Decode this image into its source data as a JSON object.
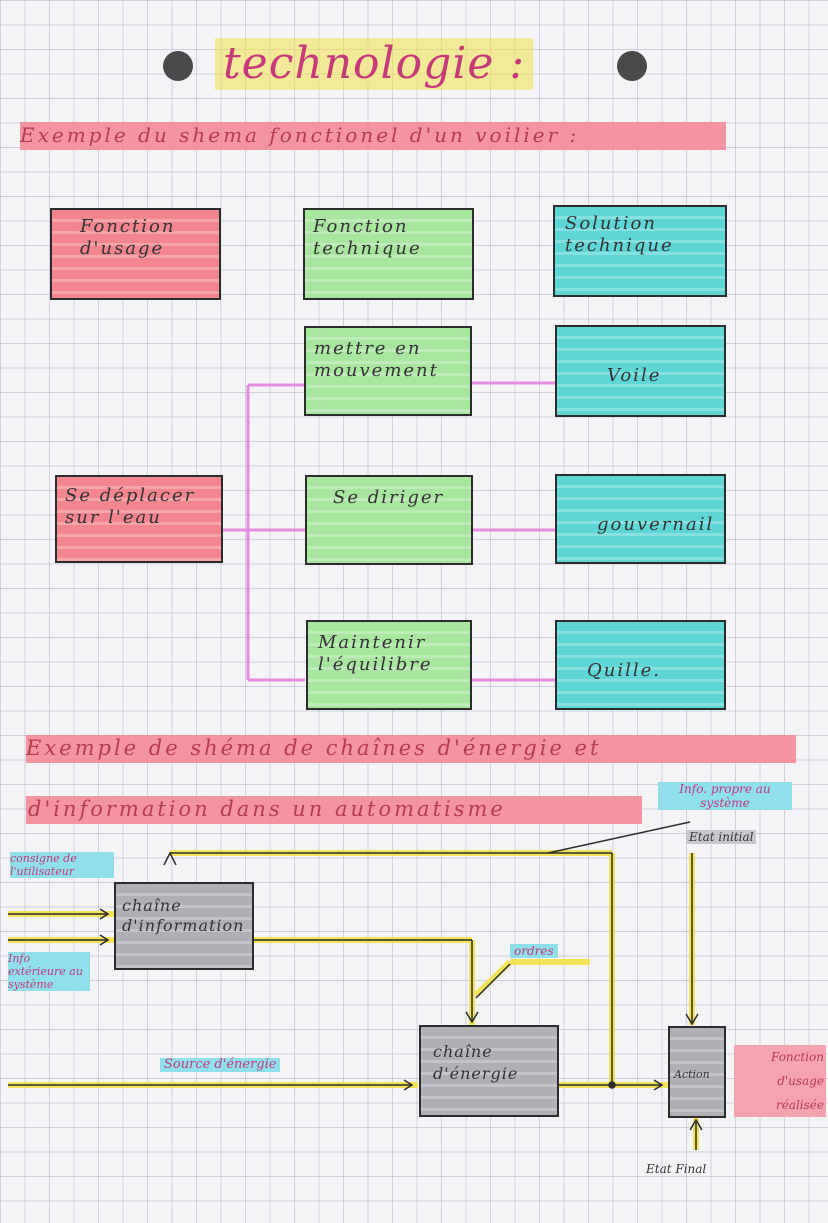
{
  "title": "technologie :",
  "section1": {
    "heading": "Exemple du shema fonctionel d'un voilier :",
    "columns": [
      "Fonction d'usage",
      "Fonction technique",
      "Solution technique"
    ],
    "usage": "Se déplacer sur l'eau",
    "rows": [
      {
        "technique": "mettre en mouvement",
        "solution": "Voile"
      },
      {
        "technique": "Se diriger",
        "solution": "gouvernail"
      },
      {
        "technique": "Maintenir l'équilibre",
        "solution": "Quille."
      }
    ]
  },
  "section2": {
    "heading_line1": "Exemple de shéma de chaînes d'énergie et",
    "heading_line2": "d'information dans un automatisme",
    "info_propre": "Info. propre au système",
    "etat_initial": "Etat initial",
    "consigne": "consigne de l'utilisateur",
    "info_exterieure": "Info extérieure au système",
    "chaine_information": "chaîne d'information",
    "ordres": "ordres",
    "source_energie": "Source d'énergie",
    "chaine_energie": "chaîne d'énergie",
    "action": "Action",
    "fonction_usage": "Fonction d'usage réalisée",
    "etat_final": "Etat Final"
  }
}
